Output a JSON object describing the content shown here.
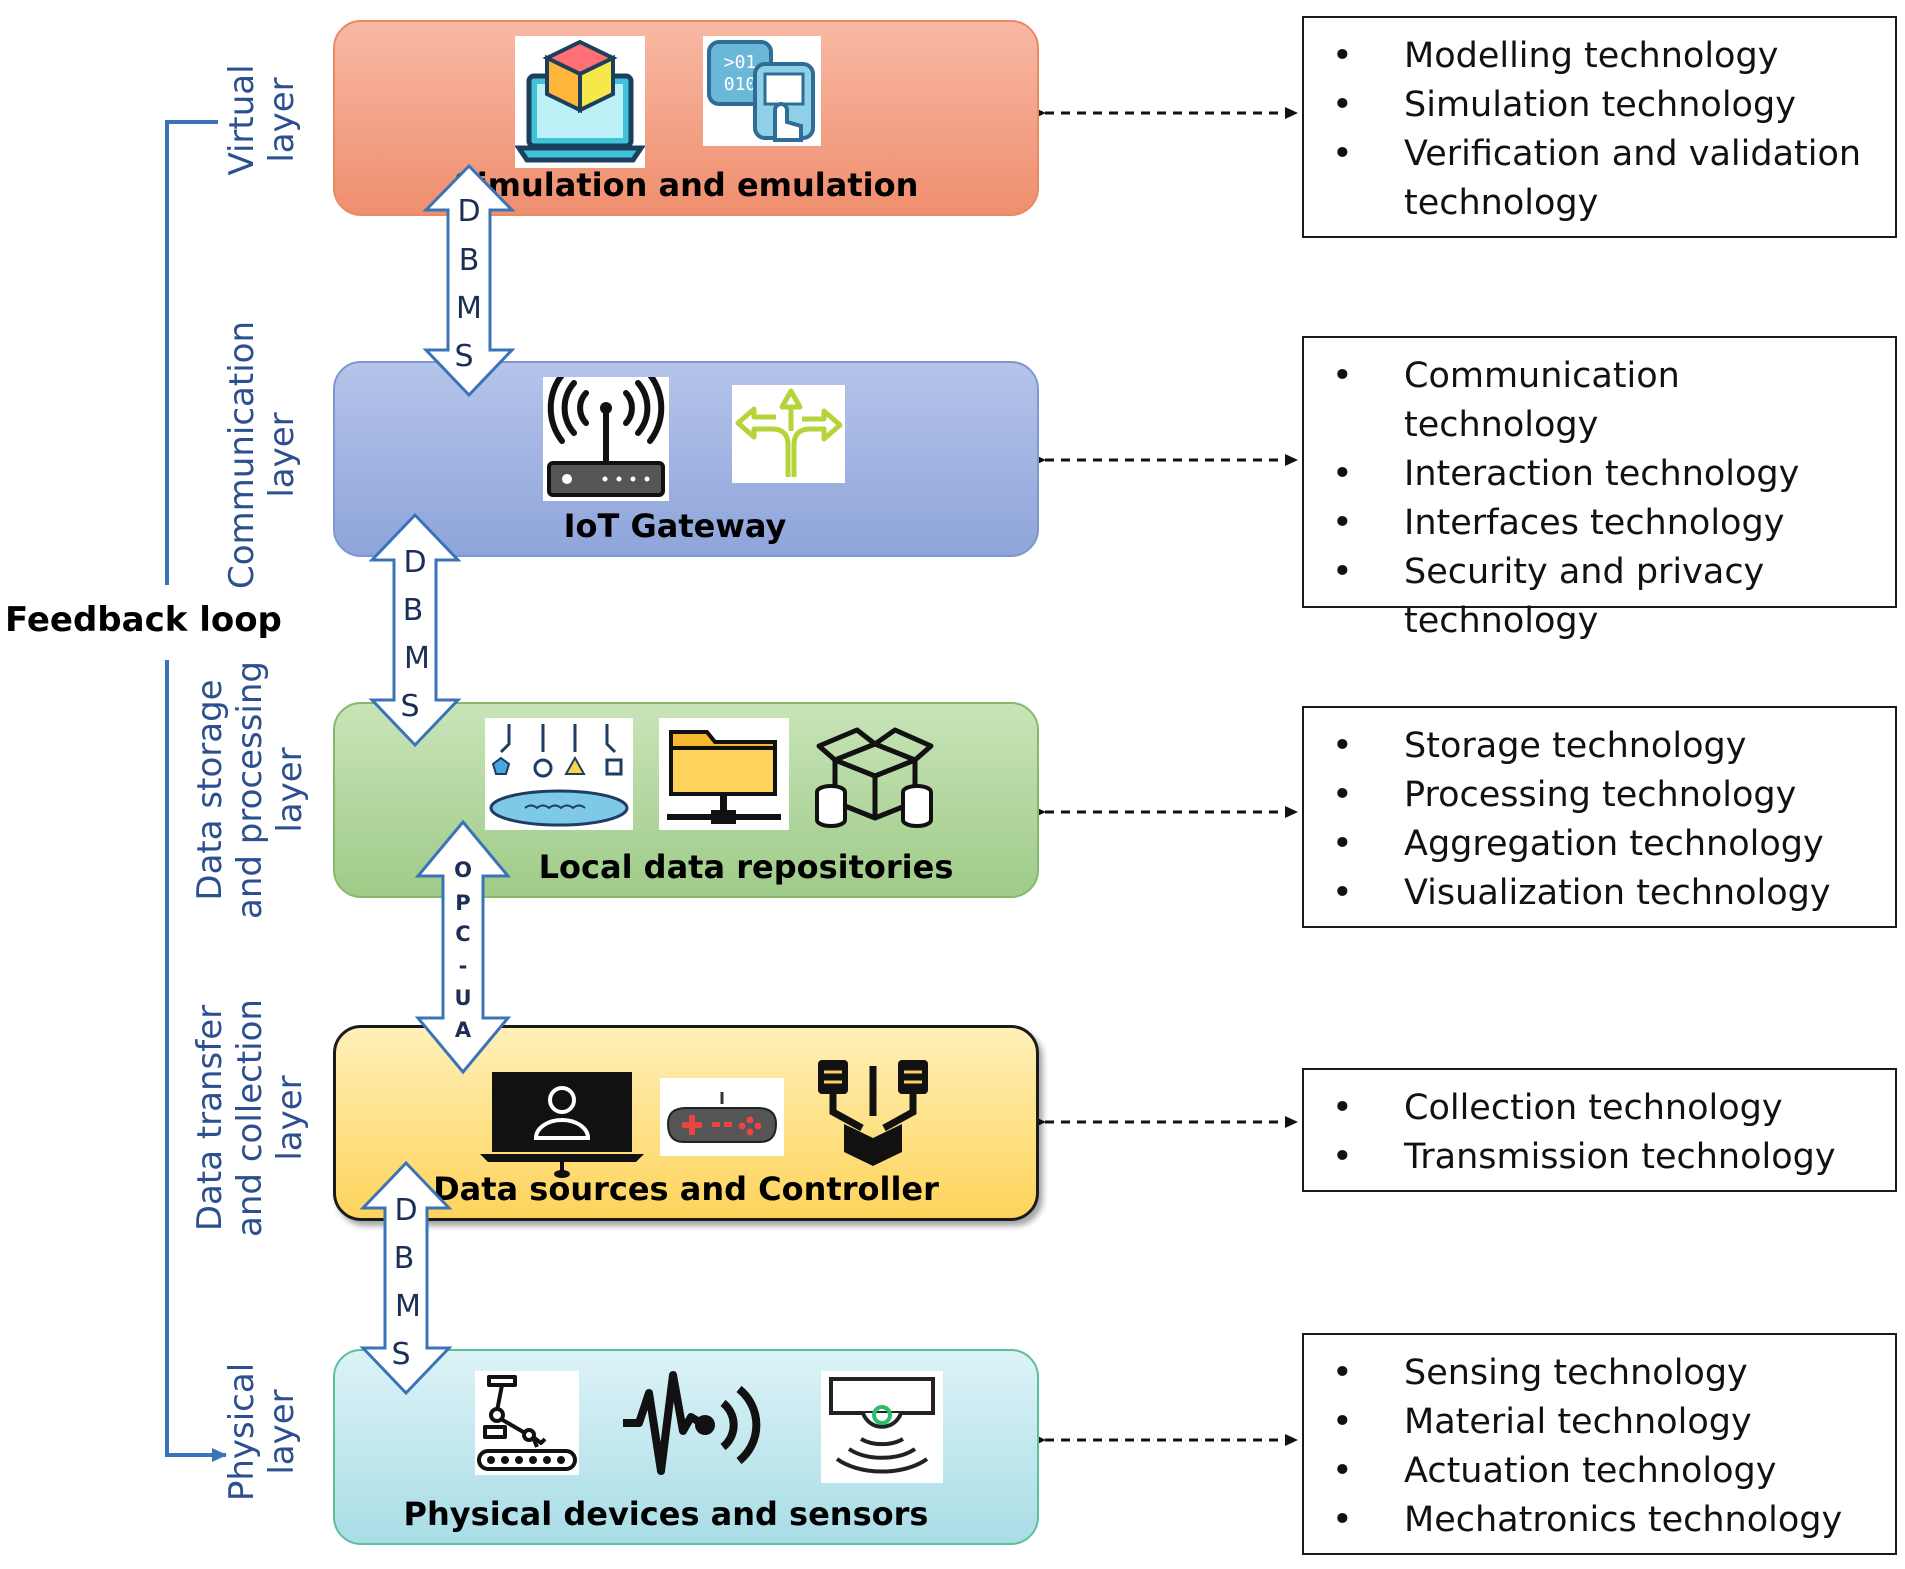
{
  "feedback_loop": "Feedback loop",
  "layers": [
    {
      "id": "virtual",
      "side_label": [
        "Virtual",
        "layer"
      ],
      "title": "Simulation and emulation",
      "icons": [
        "laptop-cube-icon",
        "binary-touch-icon"
      ]
    },
    {
      "id": "communication",
      "side_label": [
        "Communication",
        "layer"
      ],
      "title": "IoT Gateway",
      "icons": [
        "wifi-router-icon",
        "direction-arrows-icon"
      ]
    },
    {
      "id": "data_storage",
      "side_label": [
        "Data storage",
        "and processing",
        "layer"
      ],
      "title": "Local data repositories",
      "icons": [
        "data-lake-icon",
        "network-folder-icon",
        "database-box-icon"
      ]
    },
    {
      "id": "data_transfer",
      "side_label": [
        "Data transfer",
        "and collection",
        "layer"
      ],
      "title": "Data sources and Controller",
      "icons": [
        "user-monitor-icon",
        "gamepad-icon",
        "data-merge-icon"
      ]
    },
    {
      "id": "physical",
      "side_label": [
        "Physical",
        "layer"
      ],
      "title": "Physical devices and sensors",
      "icons": [
        "robot-arm-conveyor-icon",
        "pulse-signal-icon",
        "sensor-icon"
      ]
    }
  ],
  "connectors": [
    {
      "between": "virtual-communication",
      "letters": [
        "D",
        "B",
        "M",
        "S"
      ]
    },
    {
      "between": "communication-data_storage",
      "letters": [
        "D",
        "B",
        "M",
        "S"
      ]
    },
    {
      "between": "data_storage-data_transfer",
      "letters": [
        "O",
        "P",
        "C",
        "-",
        "U",
        "A"
      ]
    },
    {
      "between": "data_transfer-physical",
      "letters": [
        "D",
        "B",
        "M",
        "S"
      ]
    }
  ],
  "technologies": [
    {
      "layer": "virtual",
      "items": [
        "Modelling technology",
        "Simulation technology",
        "Verification and validation",
        "technology"
      ],
      "continuation": [
        false,
        false,
        false,
        true
      ]
    },
    {
      "layer": "communication",
      "items": [
        "Communication technology",
        "Interaction technology",
        "Interfaces technology",
        "Security and privacy",
        "technology"
      ],
      "continuation": [
        false,
        false,
        false,
        false,
        true
      ]
    },
    {
      "layer": "data_storage",
      "items": [
        "Storage technology",
        "Processing technology",
        "Aggregation technology",
        "Visualization technology"
      ],
      "continuation": [
        false,
        false,
        false,
        false
      ]
    },
    {
      "layer": "data_transfer",
      "items": [
        "Collection technology",
        "Transmission technology"
      ],
      "continuation": [
        false,
        false
      ]
    },
    {
      "layer": "physical",
      "items": [
        "Sensing technology",
        "Material technology",
        "Actuation technology",
        "Mechatronics technology"
      ],
      "continuation": [
        false,
        false,
        false,
        false
      ]
    }
  ],
  "bullet": "•",
  "colors": {
    "virtual": "#ef8f6e",
    "communication": "#8fa5da",
    "data_storage": "#9fcb88",
    "data_transfer": "#fdd35b",
    "physical": "#a9dde6",
    "side_label": "#2b4f8f",
    "feedback_line": "#3b73b9"
  }
}
